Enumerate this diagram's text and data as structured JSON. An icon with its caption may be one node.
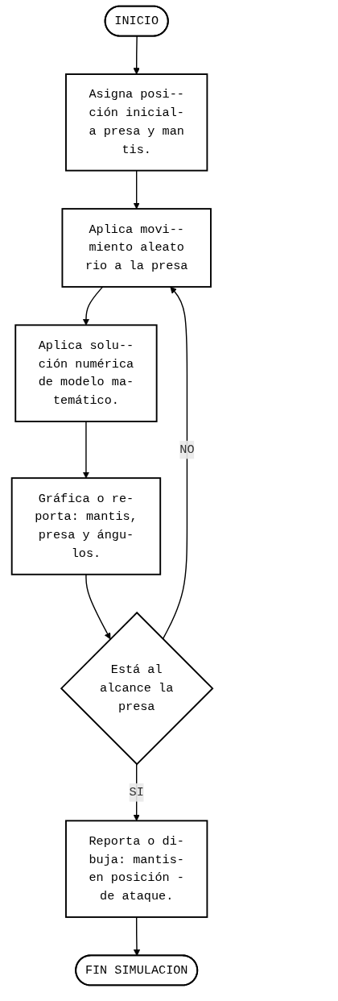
{
  "diagram": {
    "nodes": [
      {
        "text": [
          "INICIO"
        ]
      },
      {
        "text": [
          "Asigna posi-- ción inicial- a presa y man tis."
        ]
      },
      {
        "text": [
          "Aplica movi-- miento aleato rio a la presa"
        ]
      },
      {
        "text": [
          "Aplica solu-- ción numérica de modelo ma- temático."
        ]
      },
      {
        "text": [
          "Gráfica o re- porta: mantis, presa y ángu- los."
        ]
      },
      {
        "text": [
          "Está al alcance la presa"
        ]
      },
      {
        "text": [
          "Reporta o di- buja: mantis- en posición - de ataque."
        ]
      },
      {
        "text": [
          "FIN SIMULACION"
        ]
      }
    ],
    "edges": [
      {
        "from": 0,
        "to": 1,
        "arrow": "to"
      },
      {
        "from": 1,
        "to": 2,
        "arrow": "to"
      },
      {
        "from": 2,
        "to": 3,
        "arrow": "to"
      },
      {
        "from": 3,
        "to": 4,
        "arrow": "to"
      },
      {
        "from": 4,
        "to": 5,
        "arrow": "to"
      },
      {
        "from": 5,
        "to": 6,
        "arrow": "to",
        "label": "SI"
      },
      {
        "from": 5,
        "to": 2,
        "arrow": "to",
        "label": "NO"
      },
      {
        "from": 6,
        "to": 7,
        "arrow": "to"
      }
    ]
  }
}
